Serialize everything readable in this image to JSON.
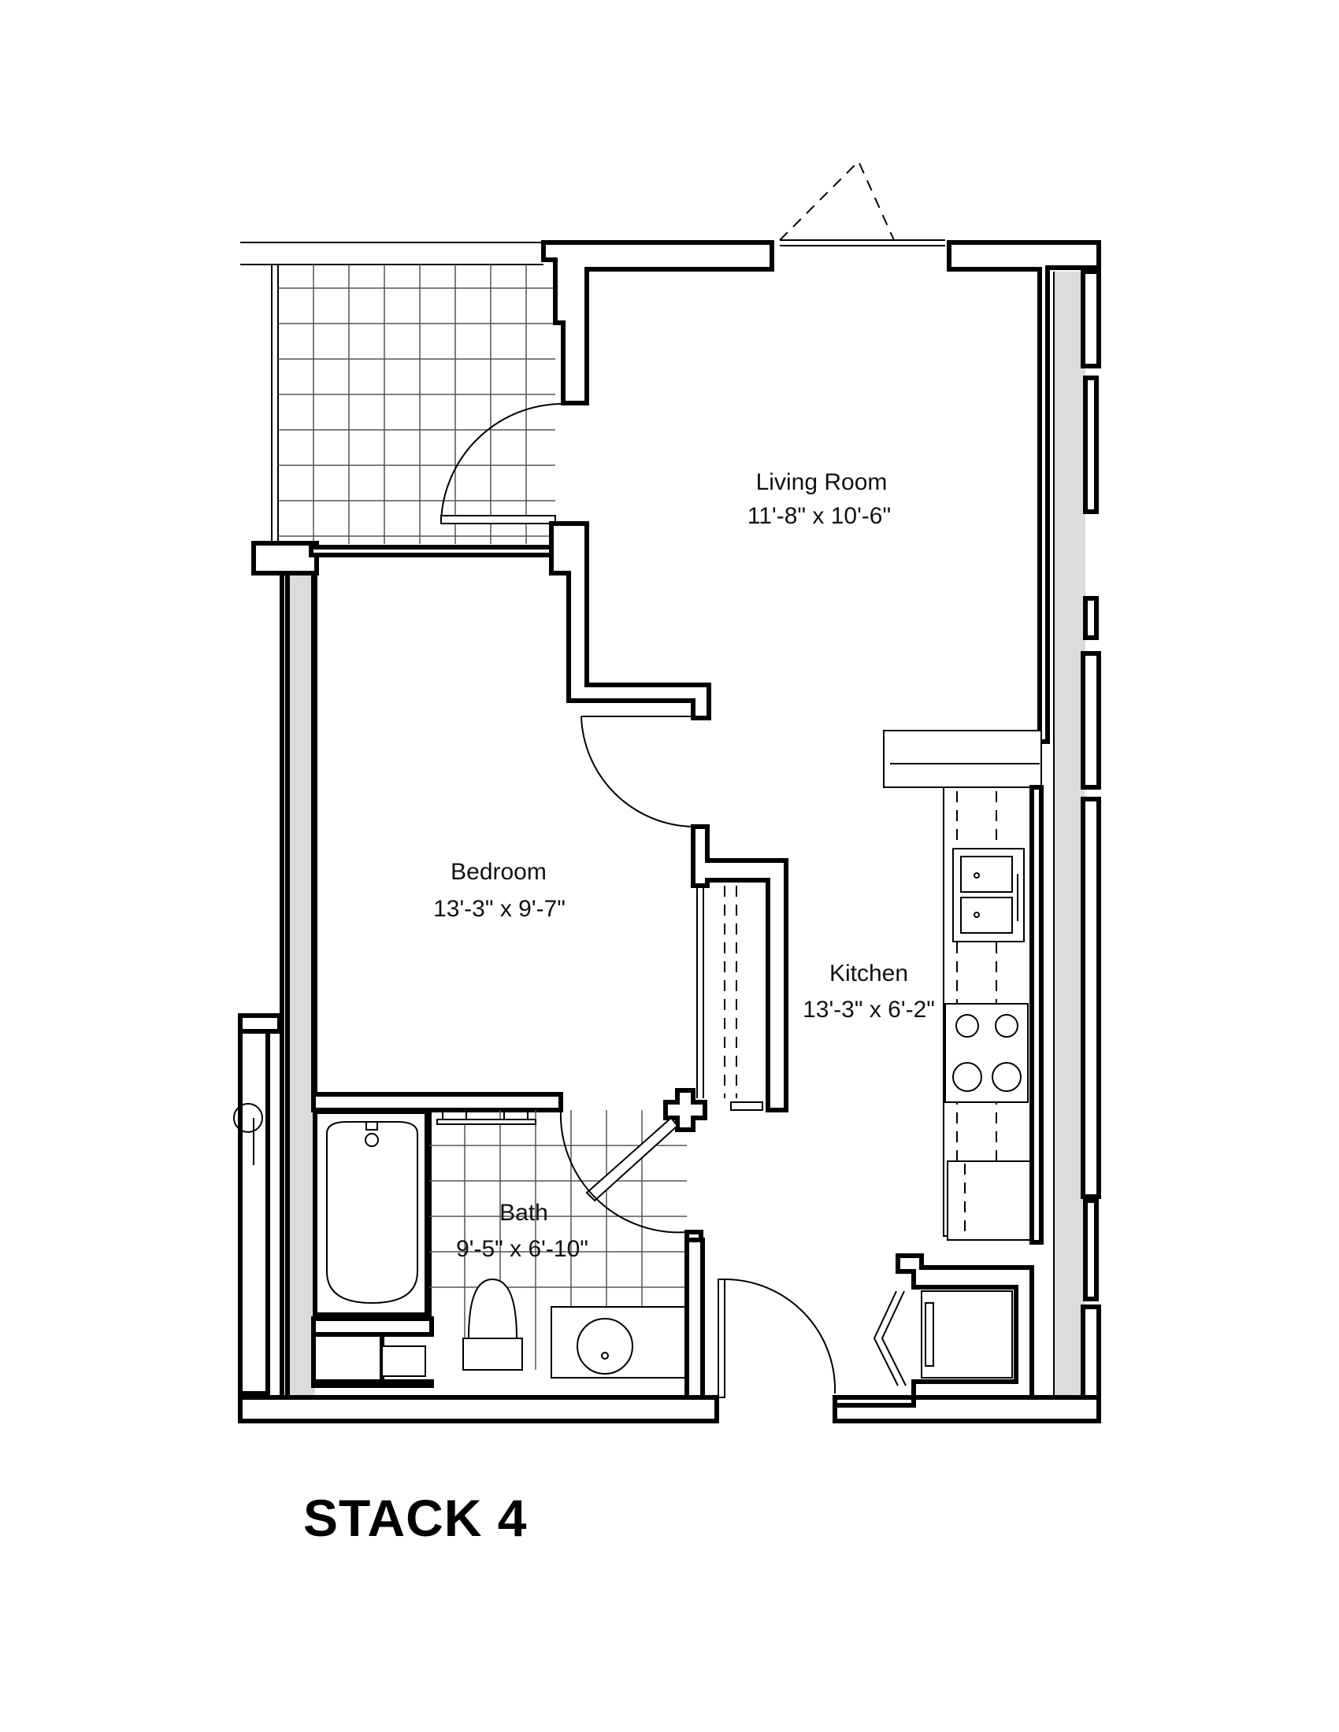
{
  "rooms": {
    "living_room": {
      "name": "Living Room",
      "size": "11'-8\" x 10'-6\""
    },
    "bedroom": {
      "name": "Bedroom",
      "size": "13'-3\" x 9'-7\""
    },
    "kitchen": {
      "name": "Kitchen",
      "size": "13'-3\" x 6'-2\""
    },
    "bath": {
      "name": "Bath",
      "size": "9'-5\" x 6'-10\""
    }
  },
  "title": "STACK 4"
}
